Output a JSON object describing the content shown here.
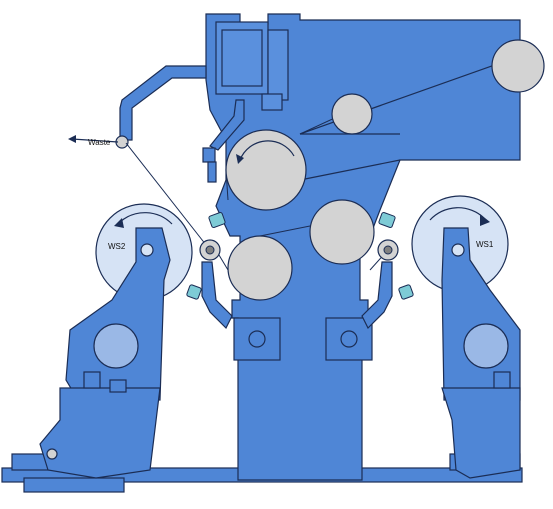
{
  "labels": {
    "waste": "Waste",
    "ws1": "WS1",
    "ws2": "WS2"
  },
  "colors": {
    "frame_blue": "#4f86d6",
    "outline": "#1b2d55",
    "roll_grey": "#d3d3d3",
    "reel_light_blue": "#d6e3f5",
    "sensor_teal": "#7ecbd6"
  }
}
